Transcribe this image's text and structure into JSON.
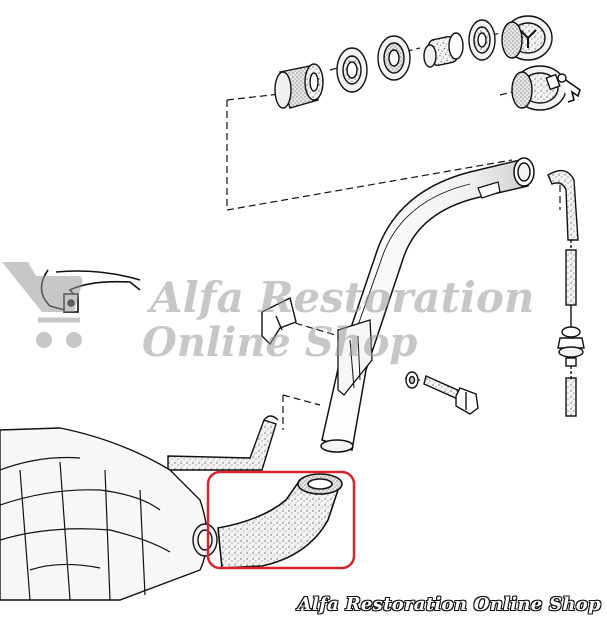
{
  "watermark": {
    "line1": "Alfa Restoration",
    "line2": "Online Shop",
    "color": "#9a9a9a"
  },
  "footer_watermark": "Alfa Restoration Online Shop",
  "highlight": {
    "label": "highlighted-filler-hose",
    "color": "#d9232d"
  },
  "parts": [
    "fuel-cap-locking",
    "fuel-cap",
    "cap-gasket-small",
    "filler-neck-adapter",
    "filler-neck-gasket-ring",
    "filler-neck-seal",
    "rubber-grommet",
    "fuel-filler-pipe",
    "vent-hose",
    "mounting-bracket-clip",
    "strap-clamp",
    "washer",
    "bolt",
    "fuel-tank",
    "tank-vent-hose",
    "filler-hose"
  ],
  "line_color": "#111111"
}
